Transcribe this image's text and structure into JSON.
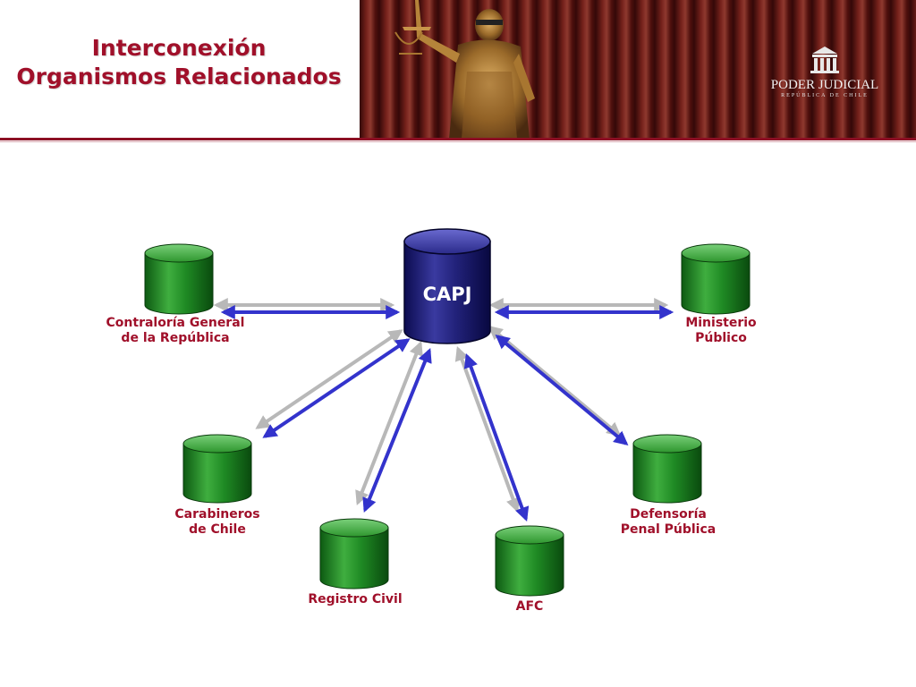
{
  "slide": {
    "title_line1": "Interconexión",
    "title_line2": "Organismos Relacionados"
  },
  "banner": {
    "logo_line1": "PODER JUDICIAL",
    "logo_line2": "REPÚBLICA DE CHILE"
  },
  "diagram": {
    "center": {
      "label": "CAPJ",
      "color": "#1a1a7a"
    },
    "peer_color": "#0a7a1f",
    "arrow_blue": "#3333cc",
    "arrow_gray": "#b8b8b8",
    "nodes": {
      "contraloria": {
        "line1": "Contraloría General",
        "line2": "de la República"
      },
      "ministerio": {
        "line1": "Ministerio",
        "line2": "Público"
      },
      "carabineros": {
        "line1": "Carabineros",
        "line2": "de Chile"
      },
      "defensoria": {
        "line1": "Defensoría",
        "line2": "Penal Pública"
      },
      "registro": {
        "line1": "Registro Civil"
      },
      "afc": {
        "line1": "AFC"
      }
    }
  }
}
